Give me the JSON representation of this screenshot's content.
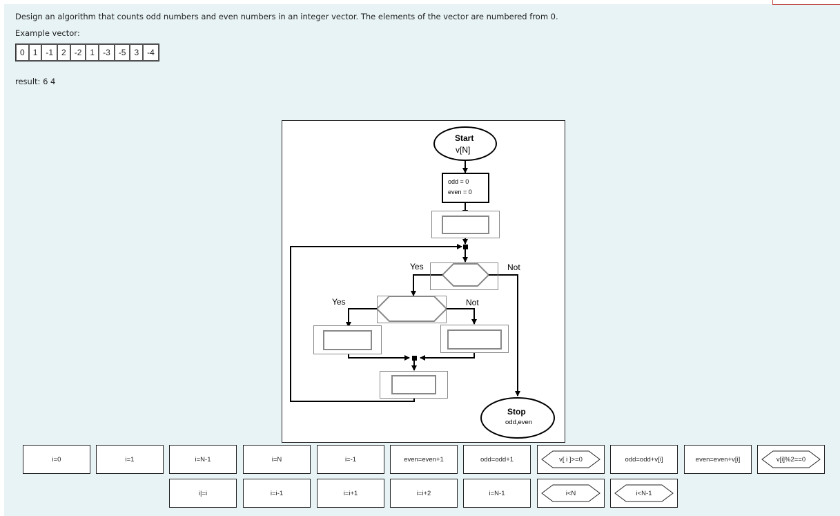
{
  "problem": {
    "statement": "Design an algorithm that counts odd numbers and even numbers in an integer vector. The elements of the vector are numbered from 0.",
    "example_label": "Example vector:",
    "vector": [
      "0",
      "1",
      "-1",
      "2",
      "-2",
      "1",
      "-3",
      "-5",
      "3",
      "-4"
    ],
    "result_label": "result:",
    "result_value": "6 4"
  },
  "flowchart": {
    "start_title": "Start",
    "start_sub": "v[N]",
    "init_line1": "odd = 0",
    "init_line2": "even = 0",
    "outer_yes": "Yes",
    "outer_no": "Not",
    "inner_yes": "Yes",
    "inner_no": "Not",
    "stop_title": "Stop",
    "stop_sub": "odd,even"
  },
  "cards_row1": [
    {
      "label": "i=0",
      "shape": "rect"
    },
    {
      "label": "i=1",
      "shape": "rect"
    },
    {
      "label": "i=N-1",
      "shape": "rect"
    },
    {
      "label": "i=N",
      "shape": "rect"
    },
    {
      "label": "i=-1",
      "shape": "rect"
    },
    {
      "label": "even=even+1",
      "shape": "rect"
    },
    {
      "label": "odd=odd+1",
      "shape": "rect"
    },
    {
      "label": "v[ i ]>=0",
      "shape": "hex"
    },
    {
      "label": "odd=odd+v[i]",
      "shape": "rect"
    },
    {
      "label": "even=even+v[i]",
      "shape": "rect"
    },
    {
      "label": "v[i]%2==0",
      "shape": "hex"
    }
  ],
  "cards_row2": [
    {
      "label": "i|=i",
      "shape": "rect"
    },
    {
      "label": "i=i-1",
      "shape": "rect"
    },
    {
      "label": "i=i+1",
      "shape": "rect"
    },
    {
      "label": "i=i+2",
      "shape": "rect"
    },
    {
      "label": "i=N-1",
      "shape": "rect"
    },
    {
      "label": "i<N",
      "shape": "hex"
    },
    {
      "label": "i<N-1",
      "shape": "hex"
    }
  ]
}
